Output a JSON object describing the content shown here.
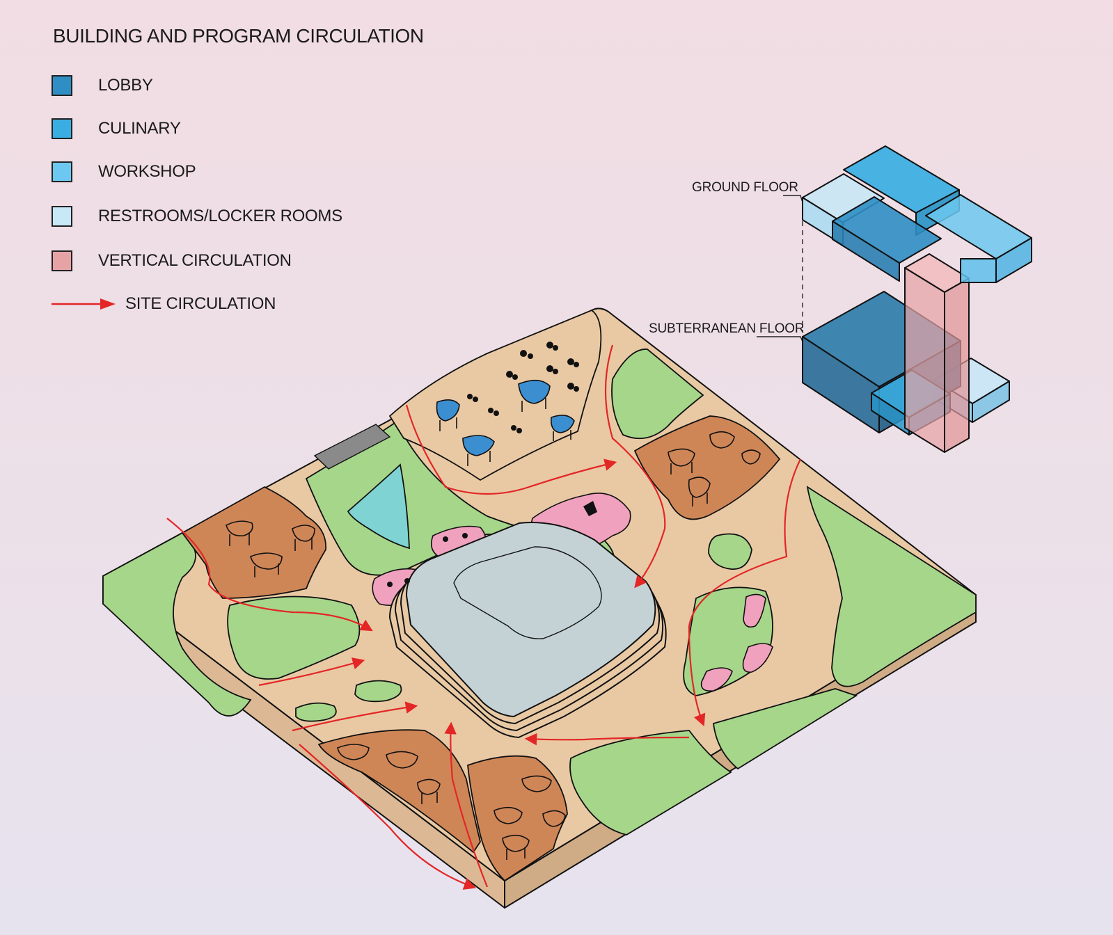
{
  "title": "BUILDING AND PROGRAM CIRCULATION",
  "legend": {
    "items": [
      {
        "label": "LOBBY",
        "color": "#2f8ec4"
      },
      {
        "label": "CULINARY",
        "color": "#3aaee3"
      },
      {
        "label": "WORKSHOP",
        "color": "#6cc8f0"
      },
      {
        "label": "RESTROOMS/LOCKER ROOMS",
        "color": "#c6e8f7"
      },
      {
        "label": "VERTICAL CIRCULATION",
        "color": "#e6a3a6"
      }
    ],
    "site_circulation": {
      "label": "SITE CIRCULATION",
      "color": "#e32626"
    }
  },
  "floors": {
    "ground": "GROUND FLOOR",
    "subterranean": "SUBTERRANEAN FLOOR"
  },
  "palette": {
    "path": "#e9c9a4",
    "lawn": "#a6d68a",
    "terrace": "#cf8657",
    "pink_zone": "#f0a1bd",
    "pond": "#7fd3d3",
    "roof": "#c4d2d5",
    "canopy": "#3b8fd1"
  }
}
